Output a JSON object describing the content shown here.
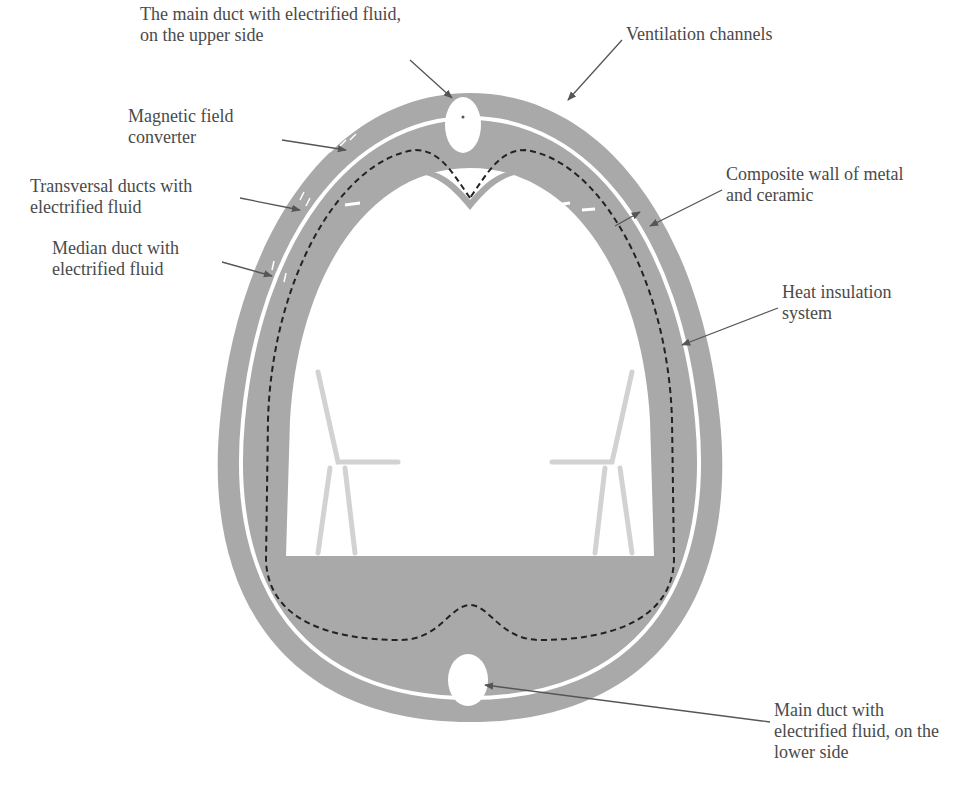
{
  "diagram": {
    "labels": [
      "The main duct with electrified fluid, on the upper side",
      "Magnetic field converter",
      "Transversal ducts with electrified fluid",
      "Median duct with electrified fluid",
      "Ventilation channels",
      "Composite wall of metal and ceramic",
      "Heat insulation system",
      "Main duct with electrified fluid, on the lower side"
    ]
  }
}
